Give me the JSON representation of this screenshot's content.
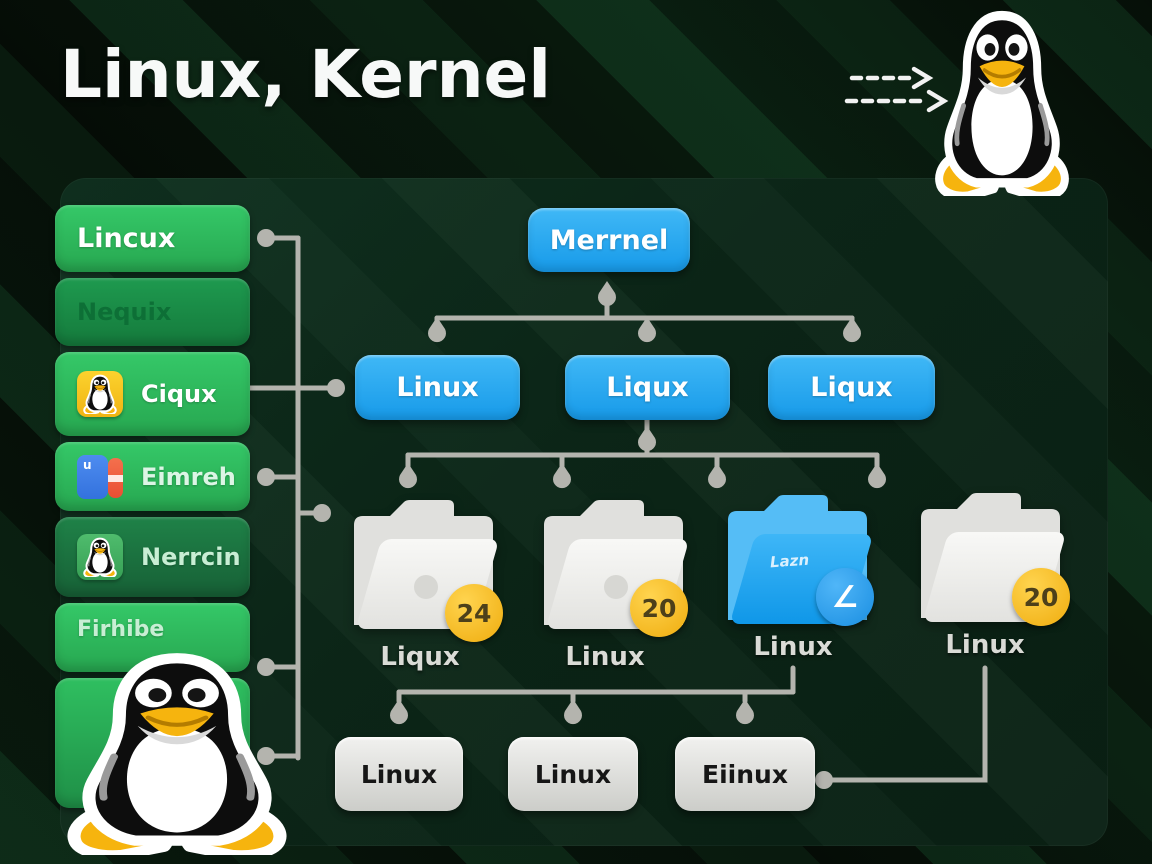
{
  "title": "Linux, Kernel",
  "sidebar": {
    "items": [
      {
        "label": "Lincux",
        "icon": "none"
      },
      {
        "label": "Nequix",
        "icon": "none"
      },
      {
        "label": "Ciqux",
        "icon": "tux-yellow"
      },
      {
        "label": "Eimreh",
        "icon": "app-blue-red",
        "icon_glyph": "u"
      },
      {
        "label": "Nerrcin",
        "icon": "tux-green"
      },
      {
        "label": "Firhibe",
        "icon": "none"
      },
      {
        "label": "",
        "icon": "none"
      }
    ]
  },
  "tree": {
    "root_label": "Merrnel",
    "level2_labels": [
      "Linux",
      "Liqux",
      "Liqux"
    ],
    "folders": [
      {
        "label": "Liqux",
        "badge": "24",
        "style": "light"
      },
      {
        "label": "Linux",
        "badge": "20",
        "style": "light"
      },
      {
        "label": "Linux",
        "badge_glyph": "∠",
        "overlay_text": "Lazn",
        "style": "blue"
      },
      {
        "label": "Linux",
        "badge": "20",
        "style": "light"
      }
    ],
    "level4_labels": [
      "Linux",
      "Linux",
      "Eiinux"
    ]
  },
  "colors": {
    "background": "#071209",
    "panel": "#0c2718",
    "accent_green": "#2ebd5e",
    "green_dark": "#1d7a42",
    "node_blue": "#1fa9f0",
    "badge_yellow": "#f3b71d",
    "badge_blue": "#2a9df4",
    "connector_gray": "#b4b4ae",
    "box_gray": "#dddddc",
    "title_color": "#ffffff"
  }
}
